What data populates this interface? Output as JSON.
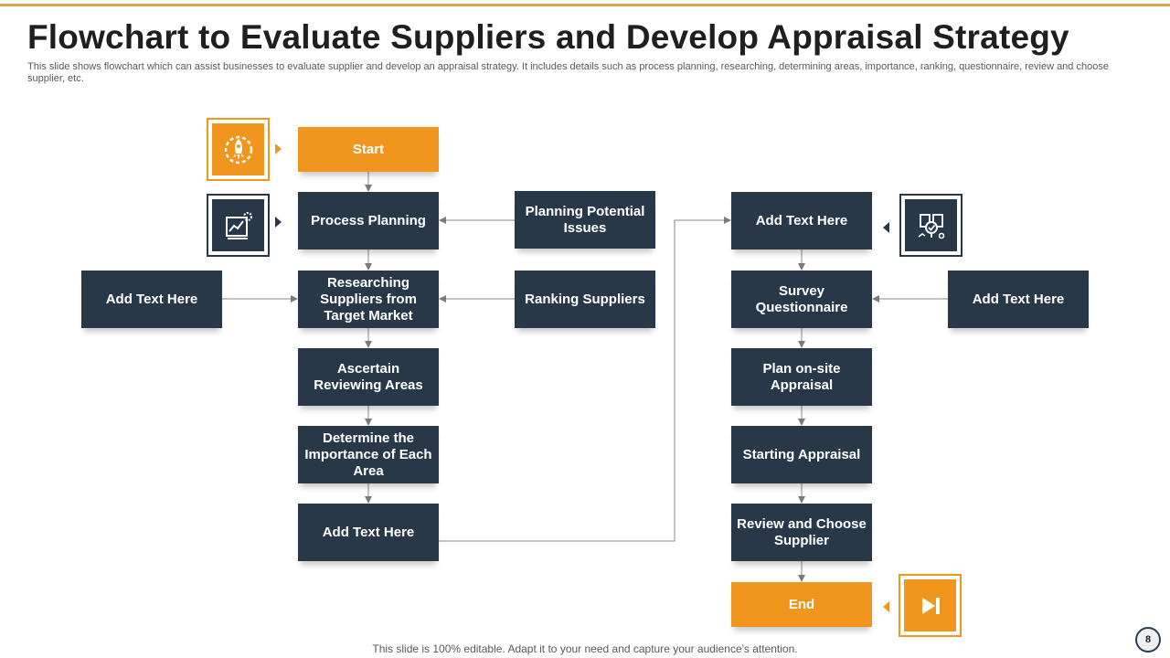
{
  "header": {
    "title": "Flowchart to Evaluate Suppliers and Develop Appraisal Strategy",
    "subtitle": "This slide shows flowchart which can assist businesses to evaluate supplier and develop an appraisal strategy. It includes details such as process planning, researching, determining areas, importance, ranking, questionnaire, review and choose supplier, etc."
  },
  "flow": {
    "start": "Start",
    "process_planning": "Process Planning",
    "planning_issues": "Planning Potential Issues",
    "add_text_left": "Add Text Here",
    "researching": "Researching Suppliers from Target Market",
    "ranking": "Ranking Suppliers",
    "ascertain": "Ascertain Reviewing Areas",
    "determine": "Determine the Importance of Each Area",
    "add_text_bottom": "Add Text Here",
    "add_text_top_right": "Add Text Here",
    "survey": "Survey Questionnaire",
    "add_text_right": "Add Text Here",
    "plan_onsite": "Plan on-site Appraisal",
    "starting_appraisal": "Starting Appraisal",
    "review_choose": "Review and Choose Supplier",
    "end": "End"
  },
  "icons": {
    "start": "rocket-gear-icon",
    "process": "chart-gear-icon",
    "survey": "documents-check-icon",
    "end": "skip-forward-icon"
  },
  "colors": {
    "orange": "#f0961e",
    "navy": "#293849",
    "accent_rule": "#d9a441"
  },
  "footer": {
    "note": "This slide is 100% editable. Adapt it to your need and capture your audience's attention.",
    "page": "8"
  }
}
